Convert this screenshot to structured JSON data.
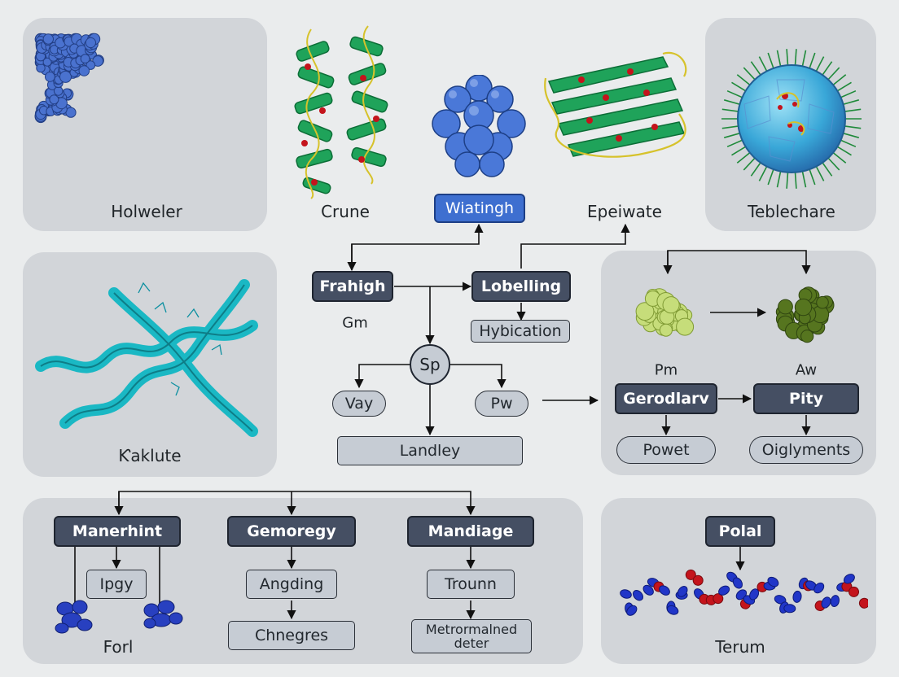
{
  "colors": {
    "background": "#eaeced",
    "panel": "#d2d5d9",
    "dark_node": "#454f63",
    "light_node": "#c6ccd4",
    "highlight_node": "#3e6fd0",
    "ribbon_green": "#1fa35a",
    "ribbon_cyan": "#1ab8c4",
    "sphere_blue": "#3f6fd6",
    "marker_red": "#c4141c"
  },
  "structures": {
    "top_left": "Holweler",
    "top_second": "Crune",
    "top_center": "Wiatingh",
    "top_fourth": "Epeiwate",
    "top_right": "Teblechare",
    "middle_left": "Ƙaklute",
    "bottom_right_footer": "Terum",
    "bottom_left_footer": "Forl"
  },
  "center_flow": {
    "frahigh": "Frahigh",
    "frahigh_note": "Gm",
    "lobelling": "Lobelling",
    "hybication": "Hybication",
    "hub": "Sp",
    "vay": "Vay",
    "pw": "Pw",
    "landley": "Landley"
  },
  "right_flow": {
    "pm_label": "Pm",
    "aw_label": "Aw",
    "gerodlarv": "Gerodlarv",
    "pity": "Pity",
    "powet": "Powet",
    "oiglyments": "Oiglyments"
  },
  "bottom_flow": {
    "manerhint": "Manerhint",
    "ipgy": "Ipgy",
    "gemoregy": "Gemoregy",
    "angding": "Angding",
    "chnegres": "Chnegres",
    "mandiage": "Mandiage",
    "trounn": "Trounn",
    "metromalned": "Metrormalned deter",
    "polal": "Polal"
  }
}
